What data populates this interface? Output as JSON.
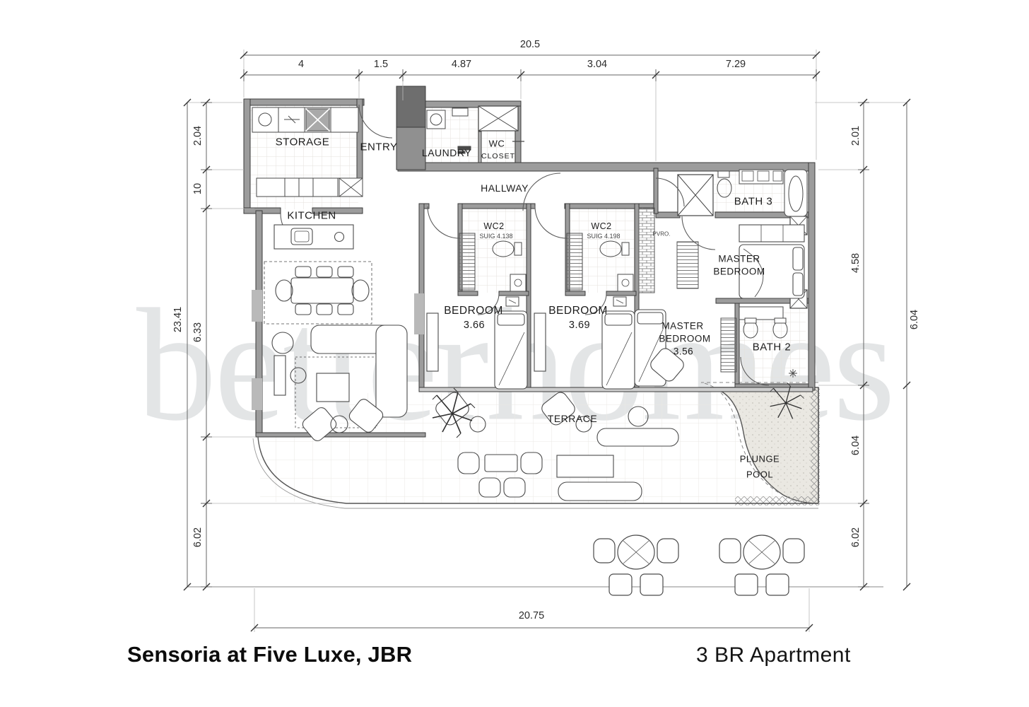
{
  "watermark": "betterhomes",
  "footer": {
    "title": "Sensoria at Five Luxe, JBR",
    "subtitle": "3 BR Apartment"
  },
  "dims": {
    "top_total": "20.5",
    "top_segments": [
      "4",
      "1.5",
      "4.87",
      "3.04",
      "7.29"
    ],
    "left_total": "23.41",
    "left_segments": [
      "2.04",
      "10",
      "6.33",
      "6.02"
    ],
    "right_segments": [
      "2.01",
      "4.58",
      "6.04",
      "6.02"
    ],
    "right_outer": "6.04",
    "bottom_total": "20.75"
  },
  "labels": {
    "storage": "STORAGE",
    "entry": "ENTRY",
    "laundry": "LAUNDRY",
    "wc": "WC",
    "wc_closet": "CLOSET",
    "hallway": "HALLWAY",
    "kitchen": "KITCHEN",
    "bath3": "BATH 3",
    "wc2_left": "WC2",
    "wc2_left_note": "SUIG 4.138",
    "wc2_right": "WC2",
    "wc2_right_note": "SUIG 4.198",
    "bedroom_left": "BEDROOM",
    "bedroom_left_size": "3.66",
    "bedroom_mid": "BEDROOM",
    "bedroom_mid_size": "3.69",
    "master_right_1": "MASTER",
    "master_right_2": "BEDROOM",
    "master_mid_1": "MASTER",
    "master_mid_2": "BEDROOM",
    "master_mid_size": "3.56",
    "bath2": "BATH 2",
    "terrace": "TERRACE",
    "plunge_1": "PLUNGE",
    "plunge_2": "POOL",
    "pvro": "PVRO."
  },
  "colors": {
    "wall_fill": "#9c9c9c",
    "wall_edge": "#3b3b3b",
    "ink": "#1c1c1c",
    "watermark": "#7a8088"
  }
}
